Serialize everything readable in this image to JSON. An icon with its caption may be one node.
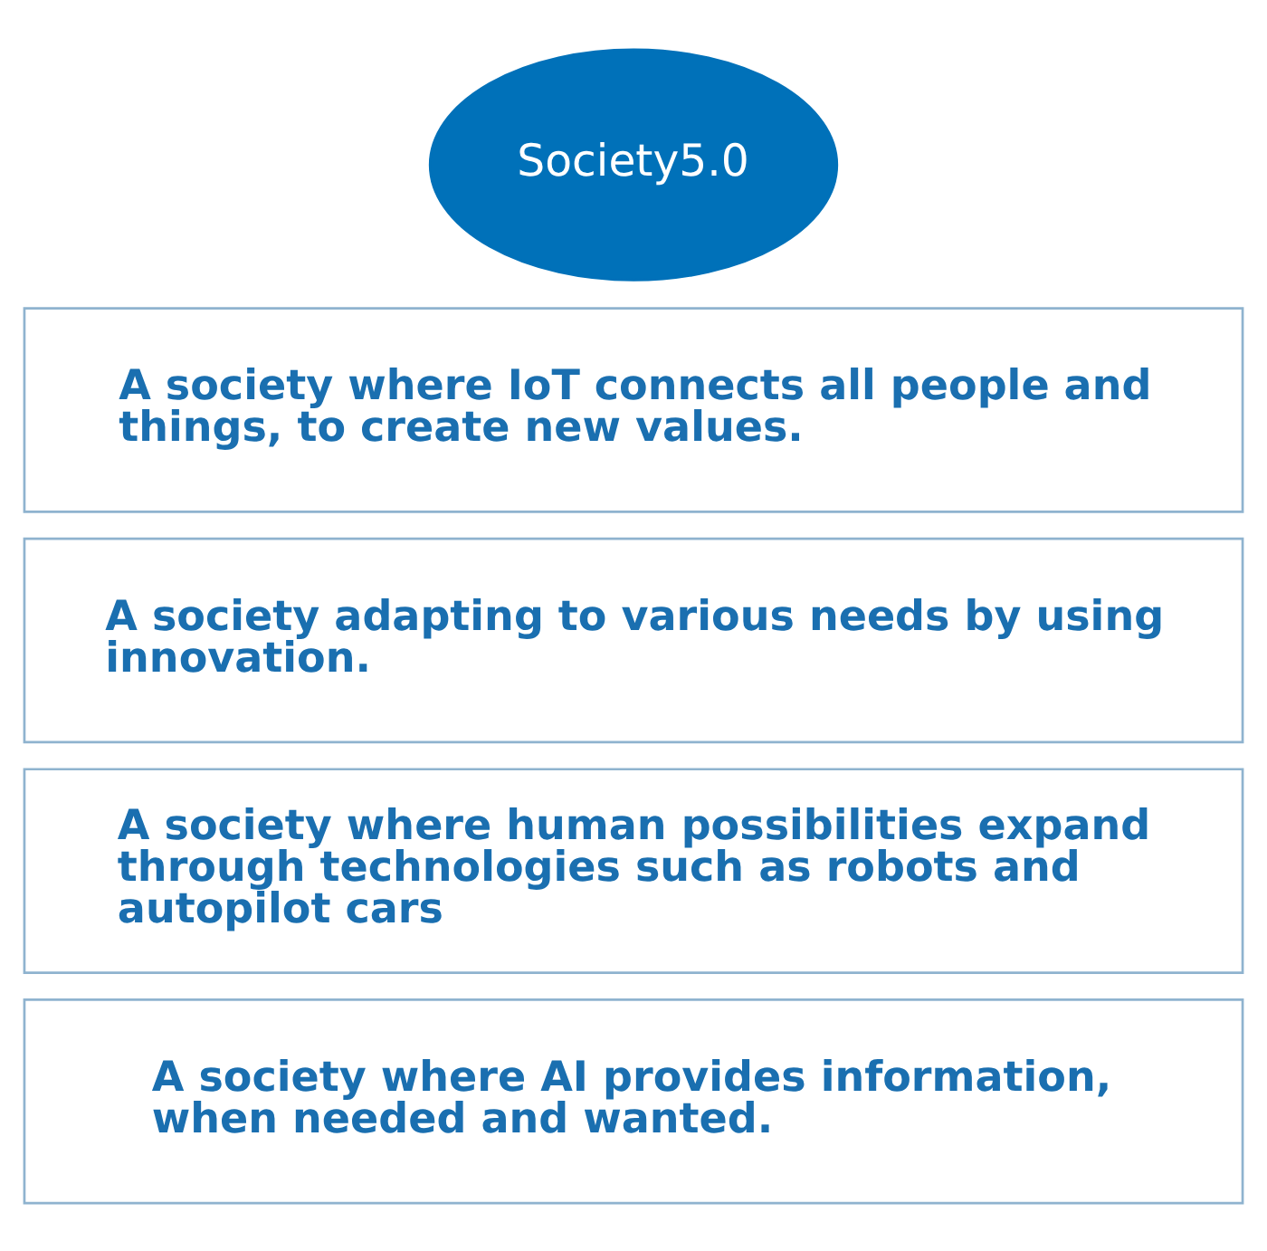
{
  "diagram": {
    "nodes": [
      {
        "text": [
          "Society5.0"
        ]
      },
      {
        "text": [
          "A society where IoT connects all people and things, to create new values."
        ]
      },
      {
        "text": [
          "A society adapting to various needs by using innovation."
        ]
      },
      {
        "text": [
          "A society where human possibilities expand through technologies such as robots and autopilot cars"
        ]
      },
      {
        "text": [
          "A society where AI provides information, when needed and wanted."
        ]
      }
    ],
    "edges": []
  }
}
